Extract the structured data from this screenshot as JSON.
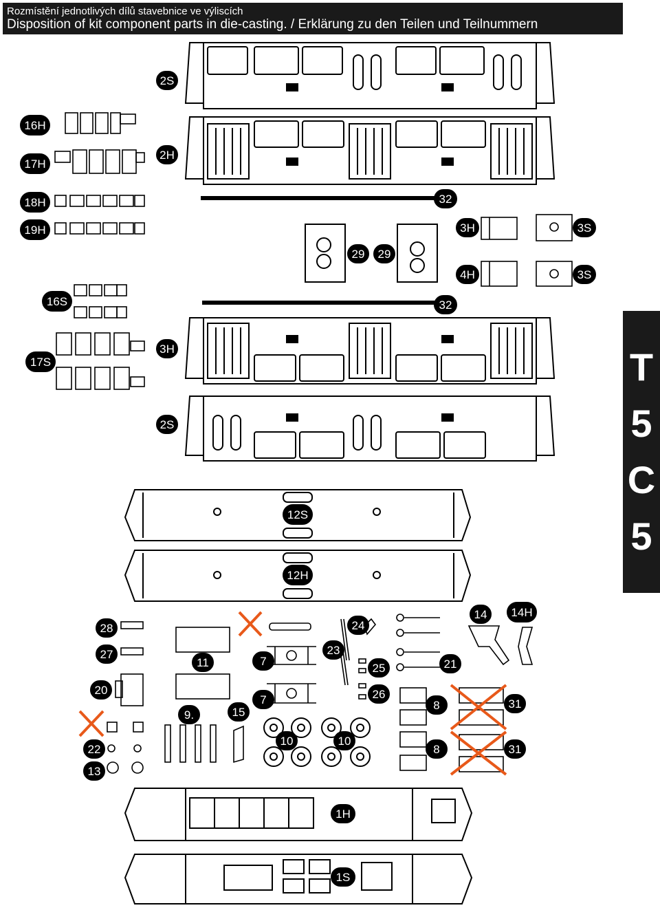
{
  "header": {
    "line1": "Rozmístění jednotlivých dílů stavebnice ve výliscích",
    "line2": "Disposition of kit component parts in die-casting. / Erklärung zu den Teilen und Teilnummern"
  },
  "sidebar": {
    "letters": [
      "T",
      "5",
      "C",
      "5"
    ]
  },
  "parts": {
    "p2s_top": "2S",
    "p16h": "16H",
    "p17h": "17H",
    "p2h": "2H",
    "p18h": "18H",
    "p32a": "32",
    "p19h": "19H",
    "p3h": "3H",
    "p3s_a": "3S",
    "p29a": "29",
    "p29b": "29",
    "p4h": "4H",
    "p3s_b": "3S",
    "p16s": "16S",
    "p32b": "32",
    "p17s": "17S",
    "p3h_b": "3H",
    "p2s_b": "2S",
    "p12s": "12S",
    "p12h": "12H",
    "p28": "28",
    "p14": "14",
    "p14h": "14H",
    "p24": "24",
    "p27": "27",
    "p11": "11",
    "p7a": "7",
    "p23": "23",
    "p25": "25",
    "p21": "21",
    "p20": "20",
    "p26": "26",
    "p8a": "8",
    "p31a": "31",
    "p7b": "7",
    "p9": "9.",
    "p15": "15",
    "p10a": "10",
    "p10b": "10",
    "p22": "22",
    "p8b": "8",
    "p31b": "31",
    "p13": "13",
    "p1h": "1H",
    "p1s": "1S"
  },
  "colors": {
    "ink": "#000000",
    "paper": "#ffffff",
    "strike": "#e8591a",
    "header_bg": "#1a1a1a"
  }
}
